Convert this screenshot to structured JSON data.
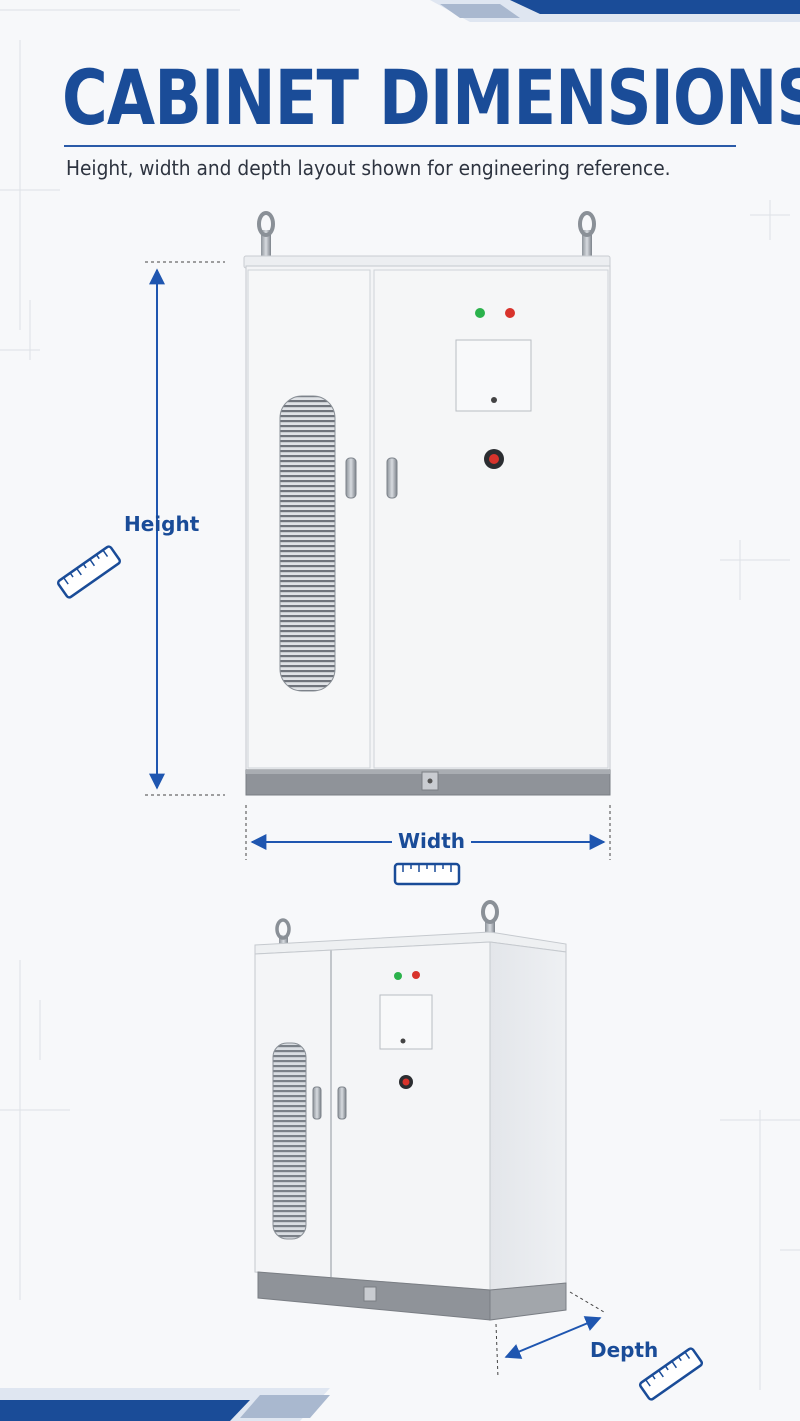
{
  "title": "CABINET DIMENSIONS",
  "subtitle": "Height, width and depth layout shown for engineering reference.",
  "dimensions": {
    "height_label": "Height",
    "width_label": "Width",
    "depth_label": "Depth"
  },
  "icons": [
    "ruler-icon",
    "lifting-eye-icon",
    "indicator-light-icon",
    "vent-grille-icon",
    "door-handle-icon",
    "dimension-arrow-icon"
  ],
  "colors": {
    "accent_blue": "#1a4c98",
    "arrow_blue": "#1f56b0",
    "cabinet_white": "#f3f4f6",
    "base_gray": "#8f9399",
    "indicator_green": "#2bb24c",
    "indicator_red": "#d8332c"
  }
}
